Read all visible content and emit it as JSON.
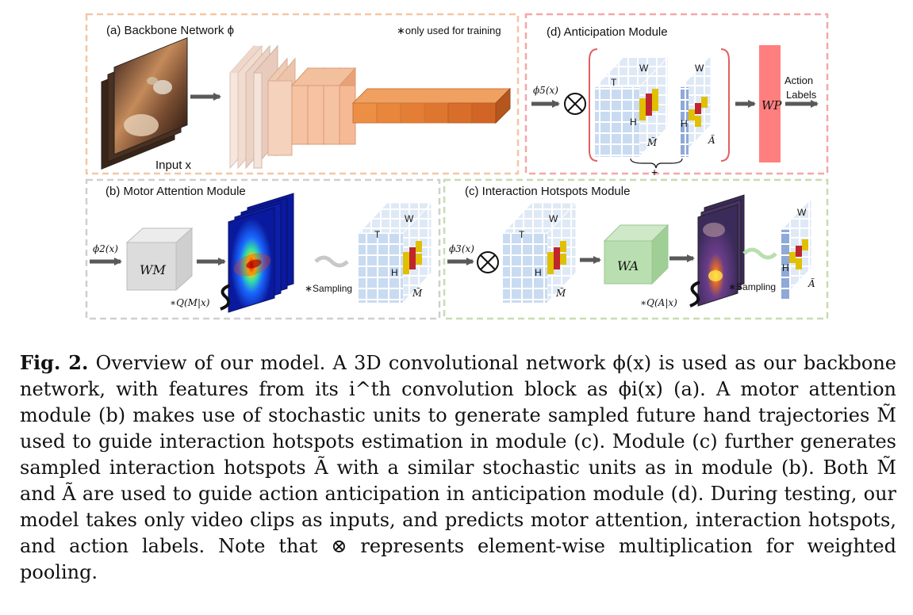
{
  "panels": {
    "a": {
      "title": "(a) Backbone Network ϕ",
      "note": "∗only used for training",
      "input_label": "Input x"
    },
    "b": {
      "title": "(b) Motor Attention Module",
      "phi": "ϕ2(x)",
      "weight": "WM",
      "q_label": "∗Q(M|x)",
      "sampling": "∗Sampling",
      "axis_t": "T",
      "axis_w": "W",
      "axis_h": "H",
      "out": "M̃"
    },
    "c": {
      "title": "(c) Interaction Hotspots Module",
      "phi": "ϕ3(x)",
      "weight": "WA",
      "q_label": "∗Q(A|x)",
      "sampling": "∗Sampling",
      "axis_t": "T",
      "axis_w": "W",
      "axis_h": "H",
      "in_grid": "M̃",
      "out": "Ã"
    },
    "d": {
      "title": "(d) Anticipation Module",
      "phi": "ϕ5(x)",
      "axis_t": "T",
      "axis_w": "W",
      "axis_h": "H",
      "m": "M̃",
      "a": "Ã",
      "plus": "+",
      "weight": "WP",
      "out_label_1": "Action",
      "out_label_2": "Labels"
    }
  },
  "colors": {
    "panel_a_border": "#f3c7a4",
    "panel_b_border": "#cfcfcf",
    "panel_c_border": "#c7dcb0",
    "panel_d_border": "#f4a7a7",
    "grid_blue": "#c6d9f0",
    "hot_red": "#c0262d",
    "hot_yellow": "#e0c000",
    "wp_red": "#ff7f7f",
    "wa_green": "#b9dfb1"
  },
  "caption": {
    "label": "Fig. 2.",
    "text": "Overview of our model. A 3D convolutional network ϕ(x) is used as our backbone network, with features from its i^th convolution block as ϕi(x) (a). A motor attention module (b) makes use of stochastic units to generate sampled future hand trajectories M̃ used to guide interaction hotspots estimation in module (c). Module (c) further generates sampled interaction hotspots Ã with a similar stochastic units as in module (b). Both M̃ and Ã are used to guide action anticipation in anticipation module (d). During testing, our model takes only video clips as inputs, and predicts motor attention, interaction hotspots, and action labels. Note that ⊗ represents element-wise multiplication for weighted pooling."
  }
}
